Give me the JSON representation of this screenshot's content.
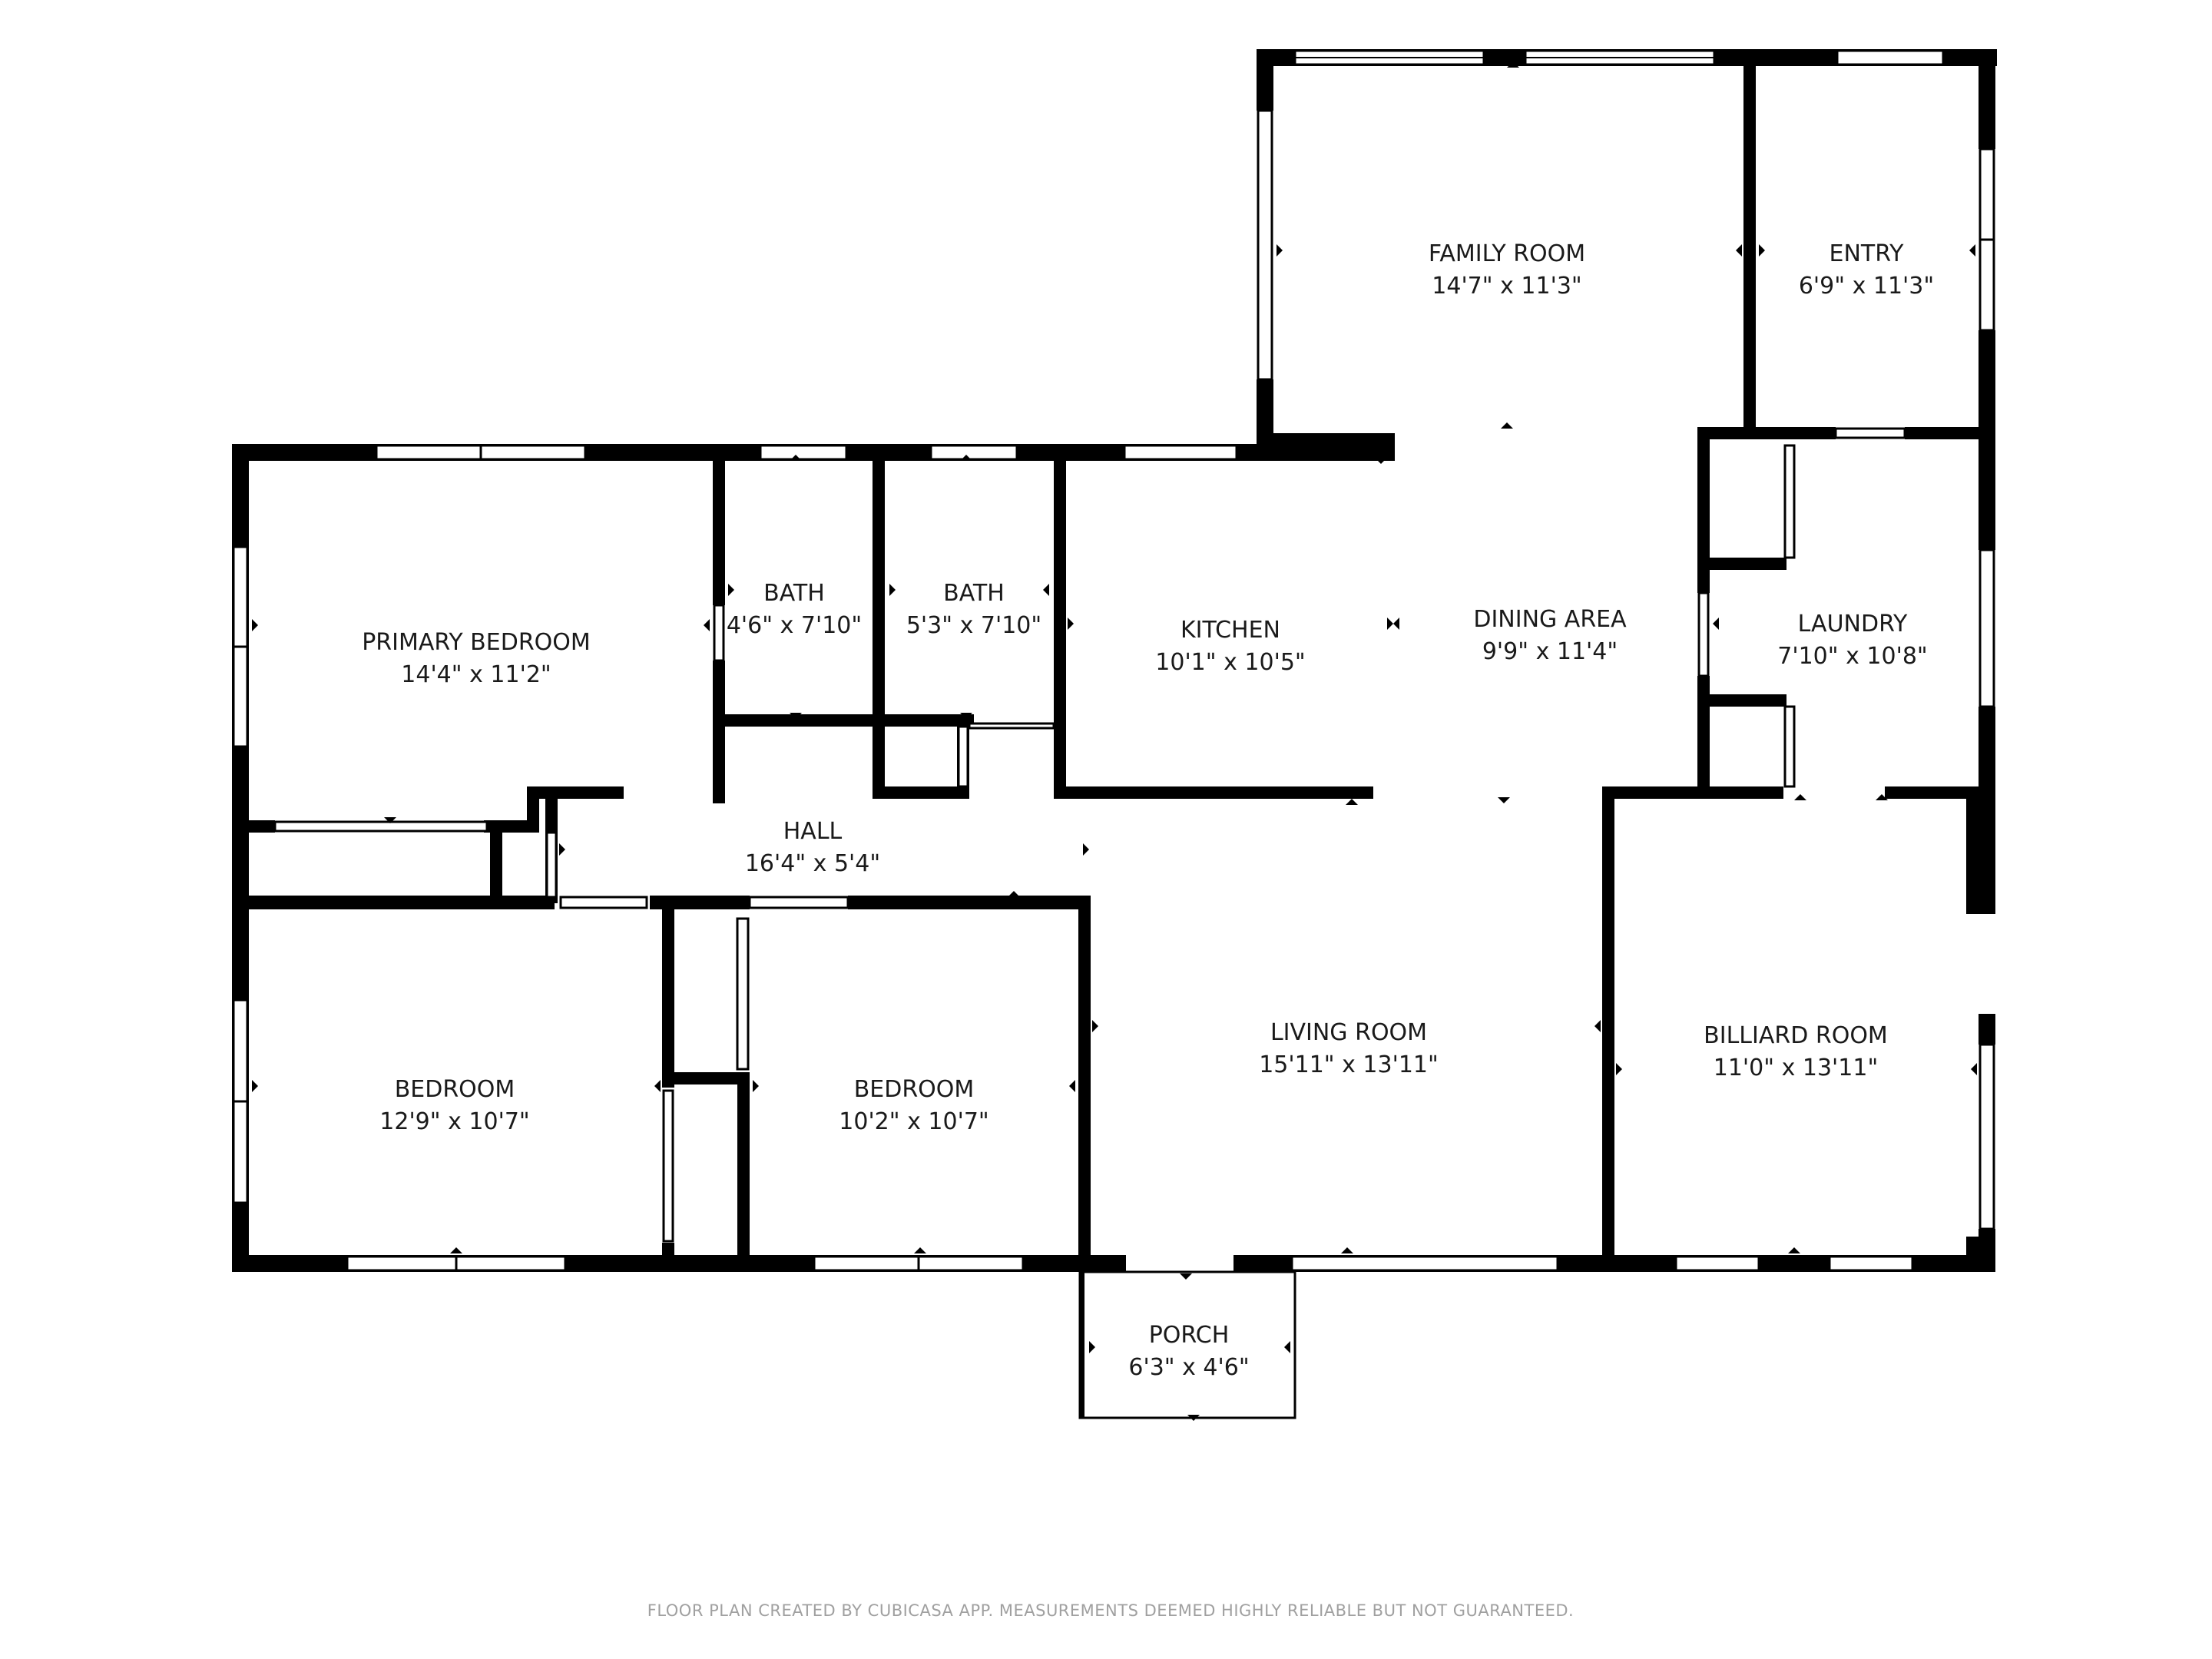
{
  "rooms": {
    "family_room": {
      "name": "FAMILY ROOM",
      "dims": "14'7\" x 11'3\""
    },
    "entry": {
      "name": "ENTRY",
      "dims": "6'9\" x 11'3\""
    },
    "primary_bedroom": {
      "name": "PRIMARY BEDROOM",
      "dims": "14'4\" x 11'2\""
    },
    "bath_1": {
      "name": "BATH",
      "dims": "4'6\" x 7'10\""
    },
    "bath_2": {
      "name": "BATH",
      "dims": "5'3\" x 7'10\""
    },
    "kitchen": {
      "name": "KITCHEN",
      "dims": "10'1\" x 10'5\""
    },
    "dining_area": {
      "name": "DINING AREA",
      "dims": "9'9\" x 11'4\""
    },
    "laundry": {
      "name": "LAUNDRY",
      "dims": "7'10\" x 10'8\""
    },
    "hall": {
      "name": "HALL",
      "dims": "16'4\" x 5'4\""
    },
    "bedroom_1": {
      "name": "BEDROOM",
      "dims": "12'9\" x 10'7\""
    },
    "bedroom_2": {
      "name": "BEDROOM",
      "dims": "10'2\" x 10'7\""
    },
    "living_room": {
      "name": "LIVING ROOM",
      "dims": "15'11\" x 13'11\""
    },
    "billiard_room": {
      "name": "BILLIARD ROOM",
      "dims": "11'0\" x 13'11\""
    },
    "porch": {
      "name": "PORCH",
      "dims": "6'3\" x 4'6\""
    }
  },
  "footer": "FLOOR PLAN CREATED BY CUBICASA APP. MEASUREMENTS DEEMED HIGHLY RELIABLE BUT NOT GUARANTEED.",
  "colors": {
    "wall": "#000000",
    "text": "#1a1a1a",
    "footer": "#a0a0a0",
    "background": "#ffffff"
  }
}
